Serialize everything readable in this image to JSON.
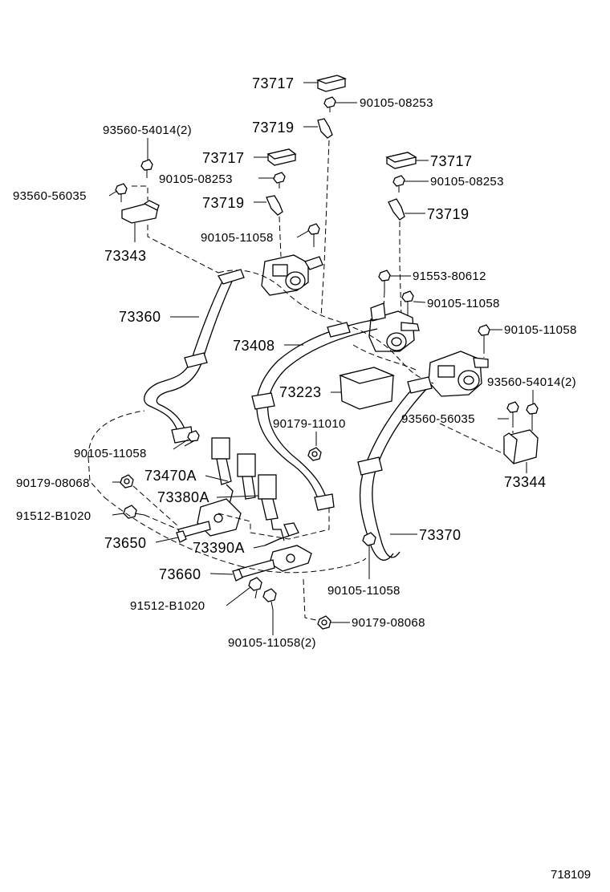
{
  "figure_number": "718109",
  "labels": {
    "l_73717_top": "73717",
    "l_90105_08253_top": "90105-08253",
    "l_73719_top": "73719",
    "l_93560_54014_left": "93560-54014(2)",
    "l_73717_left": "73717",
    "l_90105_08253_left": "90105-08253",
    "l_93560_56035_left": "93560-56035",
    "l_73719_left": "73719",
    "l_90105_11058_a": "90105-11058",
    "l_73343": "73343",
    "l_73717_right": "73717",
    "l_90105_08253_right": "90105-08253",
    "l_73719_right": "73719",
    "l_91553_80612": "91553-80612",
    "l_90105_11058_b": "90105-11058",
    "l_73360": "73360",
    "l_90105_11058_c": "90105-11058",
    "l_73408": "73408",
    "l_93560_54014_right": "93560-54014(2)",
    "l_73223": "73223",
    "l_90179_11010": "90179-11010",
    "l_93560_56035_right": "93560-56035",
    "l_90105_11058_d": "90105-11058",
    "l_73470A": "73470A",
    "l_73344": "73344",
    "l_90179_08068_left": "90179-08068",
    "l_73380A": "73380A",
    "l_91512_B1020_a": "91512-B1020",
    "l_73370": "73370",
    "l_73650": "73650",
    "l_73390A": "73390A",
    "l_90105_11058_e": "90105-11058",
    "l_73660": "73660",
    "l_91512_B1020_b": "91512-B1020",
    "l_90179_08068_right": "90179-08068",
    "l_90105_11058_2": "90105-11058(2)"
  }
}
